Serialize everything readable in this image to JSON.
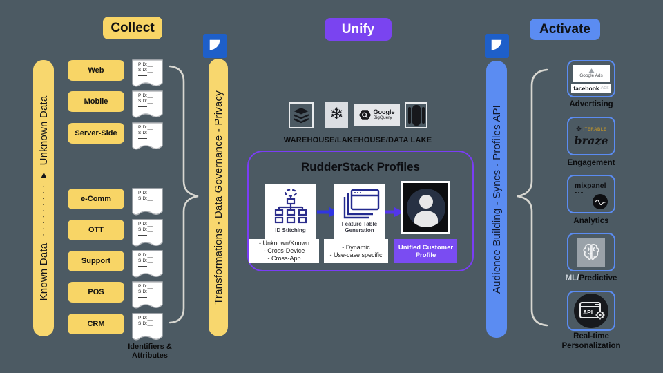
{
  "collect": {
    "header": "Collect",
    "flow": {
      "known": "Known Data",
      "dots": "· · · · · · · · ·",
      "arrow": "▶",
      "unknown": "Unknown Data"
    },
    "sources": [
      {
        "label": "Web"
      },
      {
        "label": "Mobile"
      },
      {
        "label": "Server-Side"
      },
      {
        "label": "e-Comm"
      },
      {
        "label": "OTT"
      },
      {
        "label": "Support"
      },
      {
        "label": "POS"
      },
      {
        "label": "CRM"
      }
    ],
    "doc": {
      "pid": "PID:__",
      "sid": "SID:__"
    },
    "identifiers": {
      "l1": "Identifiers &",
      "l2": "Attributes"
    },
    "governance_bar": "Transformations - Data Governance - Privacy"
  },
  "unify": {
    "header": "Unify",
    "warehouse_label": "WAREHOUSE/LAKEHOUSE/DATA LAKE",
    "bigquery": {
      "l1": "Google",
      "l2": "BigQuery"
    },
    "snowflake_glyph": "❄",
    "profiles": {
      "title": "RudderStack Profiles",
      "step1": {
        "label": "ID Stitching",
        "notes": {
          "l1": "- Unknown/Known",
          "l2": "- Cross-Device",
          "l3": "- Cross-App"
        }
      },
      "step2": {
        "label_l1": "Feature Table",
        "label_l2": "Generation",
        "notes": {
          "l1": "- Dynamic",
          "l2": "- Use-case specific"
        }
      },
      "step3": {
        "chip_l1": "Unified Customer",
        "chip_l2": "Profile"
      }
    }
  },
  "activate": {
    "header": "Activate",
    "bar": "Audience Building  -  Syncs  -  Profiles API",
    "advertising": {
      "label": "Advertising",
      "google_ads": "Google Ads",
      "facebook": "facebook",
      "fb_suffix": "Ads"
    },
    "engagement": {
      "label": "Engagement",
      "iterable": "ITERABLE",
      "braze": "braze"
    },
    "analytics": {
      "label": "Analytics",
      "mixpanel": "mixpanel"
    },
    "ml": {
      "prefix": "ML/",
      "rest": "Predictive"
    },
    "realtime": {
      "l1": "Real-time",
      "l2": "Personalization",
      "api": "API"
    }
  },
  "colors": {
    "background": "#4c5a63",
    "yellow": "#f8d566",
    "purple": "#7a44f0",
    "profiles_border": "#7a3df5",
    "blue": "#5b8cf2",
    "logo_blue": "#1e5fc9",
    "icon_navy": "#2c2e8c",
    "brace_gray": "#d8d7d1"
  }
}
